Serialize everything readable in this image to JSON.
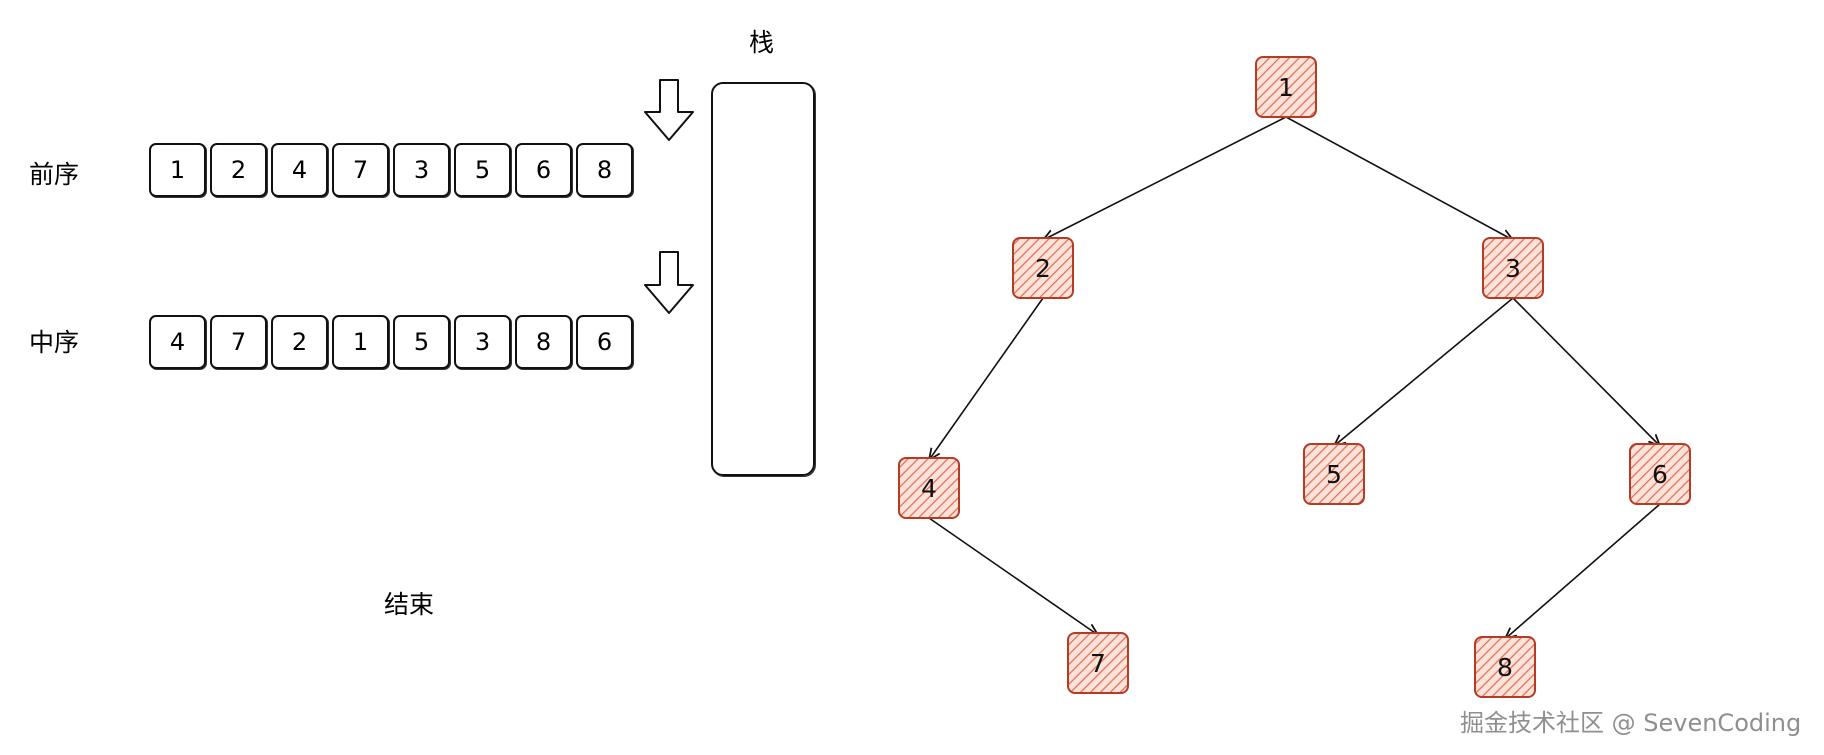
{
  "labels": {
    "stack": "栈",
    "preorder": "前序",
    "inorder": "中序",
    "end": "结束"
  },
  "preorder": [
    "1",
    "2",
    "4",
    "7",
    "3",
    "5",
    "6",
    "8"
  ],
  "inorder": [
    "4",
    "7",
    "2",
    "1",
    "5",
    "3",
    "8",
    "6"
  ],
  "tree": {
    "nodes": [
      {
        "id": "1",
        "label": "1"
      },
      {
        "id": "2",
        "label": "2"
      },
      {
        "id": "3",
        "label": "3"
      },
      {
        "id": "4",
        "label": "4"
      },
      {
        "id": "5",
        "label": "5"
      },
      {
        "id": "6",
        "label": "6"
      },
      {
        "id": "7",
        "label": "7"
      },
      {
        "id": "8",
        "label": "8"
      }
    ],
    "edges": [
      {
        "from": "1",
        "to": "2"
      },
      {
        "from": "1",
        "to": "3"
      },
      {
        "from": "2",
        "to": "4"
      },
      {
        "from": "3",
        "to": "5"
      },
      {
        "from": "3",
        "to": "6"
      },
      {
        "from": "4",
        "to": "7"
      },
      {
        "from": "6",
        "to": "8"
      }
    ],
    "node_fill_color": "#e56a4a",
    "node_border_color": "#b53b24",
    "edge_color": "#111111"
  },
  "watermark": "掘金技术社区 @ SevenCoding"
}
